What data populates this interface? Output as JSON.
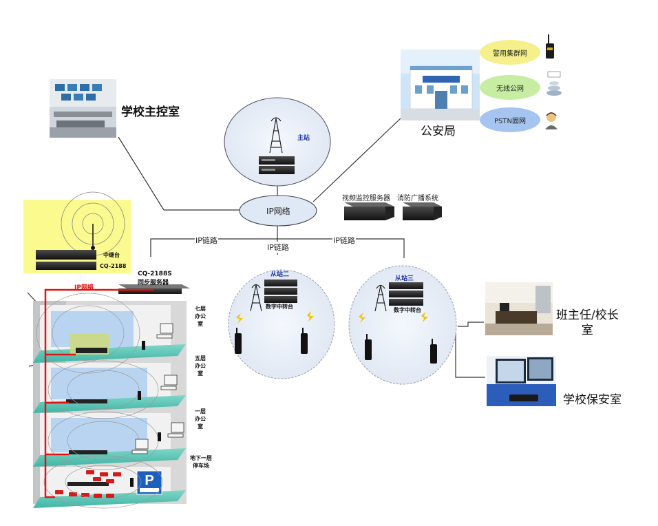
{
  "center": {
    "main_station": "主站",
    "ip_network": "IP网络",
    "ip_link_left": "IP链路",
    "ip_link_mid": "IP链路",
    "ip_link_right": "IP链路"
  },
  "servers": {
    "video": "视频监控服务器",
    "fire": "消防广播系统"
  },
  "school_control_room": "学校主控室",
  "police": {
    "label": "公安局",
    "nets": [
      "警用集群网",
      "无线公网",
      "PSTN固网"
    ]
  },
  "substations": [
    {
      "name": "从站二",
      "relay": "数字中转台"
    },
    {
      "name": "从站三",
      "relay": "数字中转台"
    }
  ],
  "building": {
    "repeater_label": "中继台",
    "sync_device": "CQ-2188",
    "sync_server_model": "CQ-2188S",
    "sync_server": "同步服务器",
    "ip_net": "IP网络",
    "floors": [
      "七层\n办公\n室",
      "五层\n办公\n室",
      "一层\n办公\n室",
      "地下一层\n停车场"
    ]
  },
  "rooms": {
    "headmaster": "班主任/校长\n室",
    "security": "学校保安室"
  }
}
